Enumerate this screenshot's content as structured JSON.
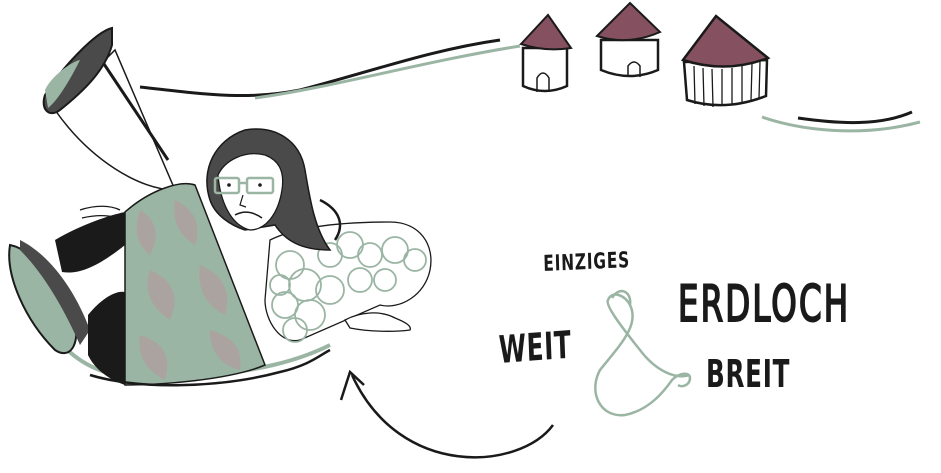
{
  "illustration": {
    "description": "Hand-drawn sketch of a woman with glasses falling backwards into a hole, with three small huts on the horizon",
    "colors": {
      "ink": "#1a1a1a",
      "sage_green": "#9bb5a4",
      "roof_plum": "#85505f",
      "taupe": "#aba39f",
      "hair": "#4a4a4a",
      "background": "#ffffff"
    },
    "elements": {
      "huts_count": 3,
      "ampersand": "&"
    }
  },
  "text": {
    "line1": "EINZIGES",
    "line2": "ERDLOCH",
    "line3": "WEIT",
    "line4": "BREIT"
  }
}
